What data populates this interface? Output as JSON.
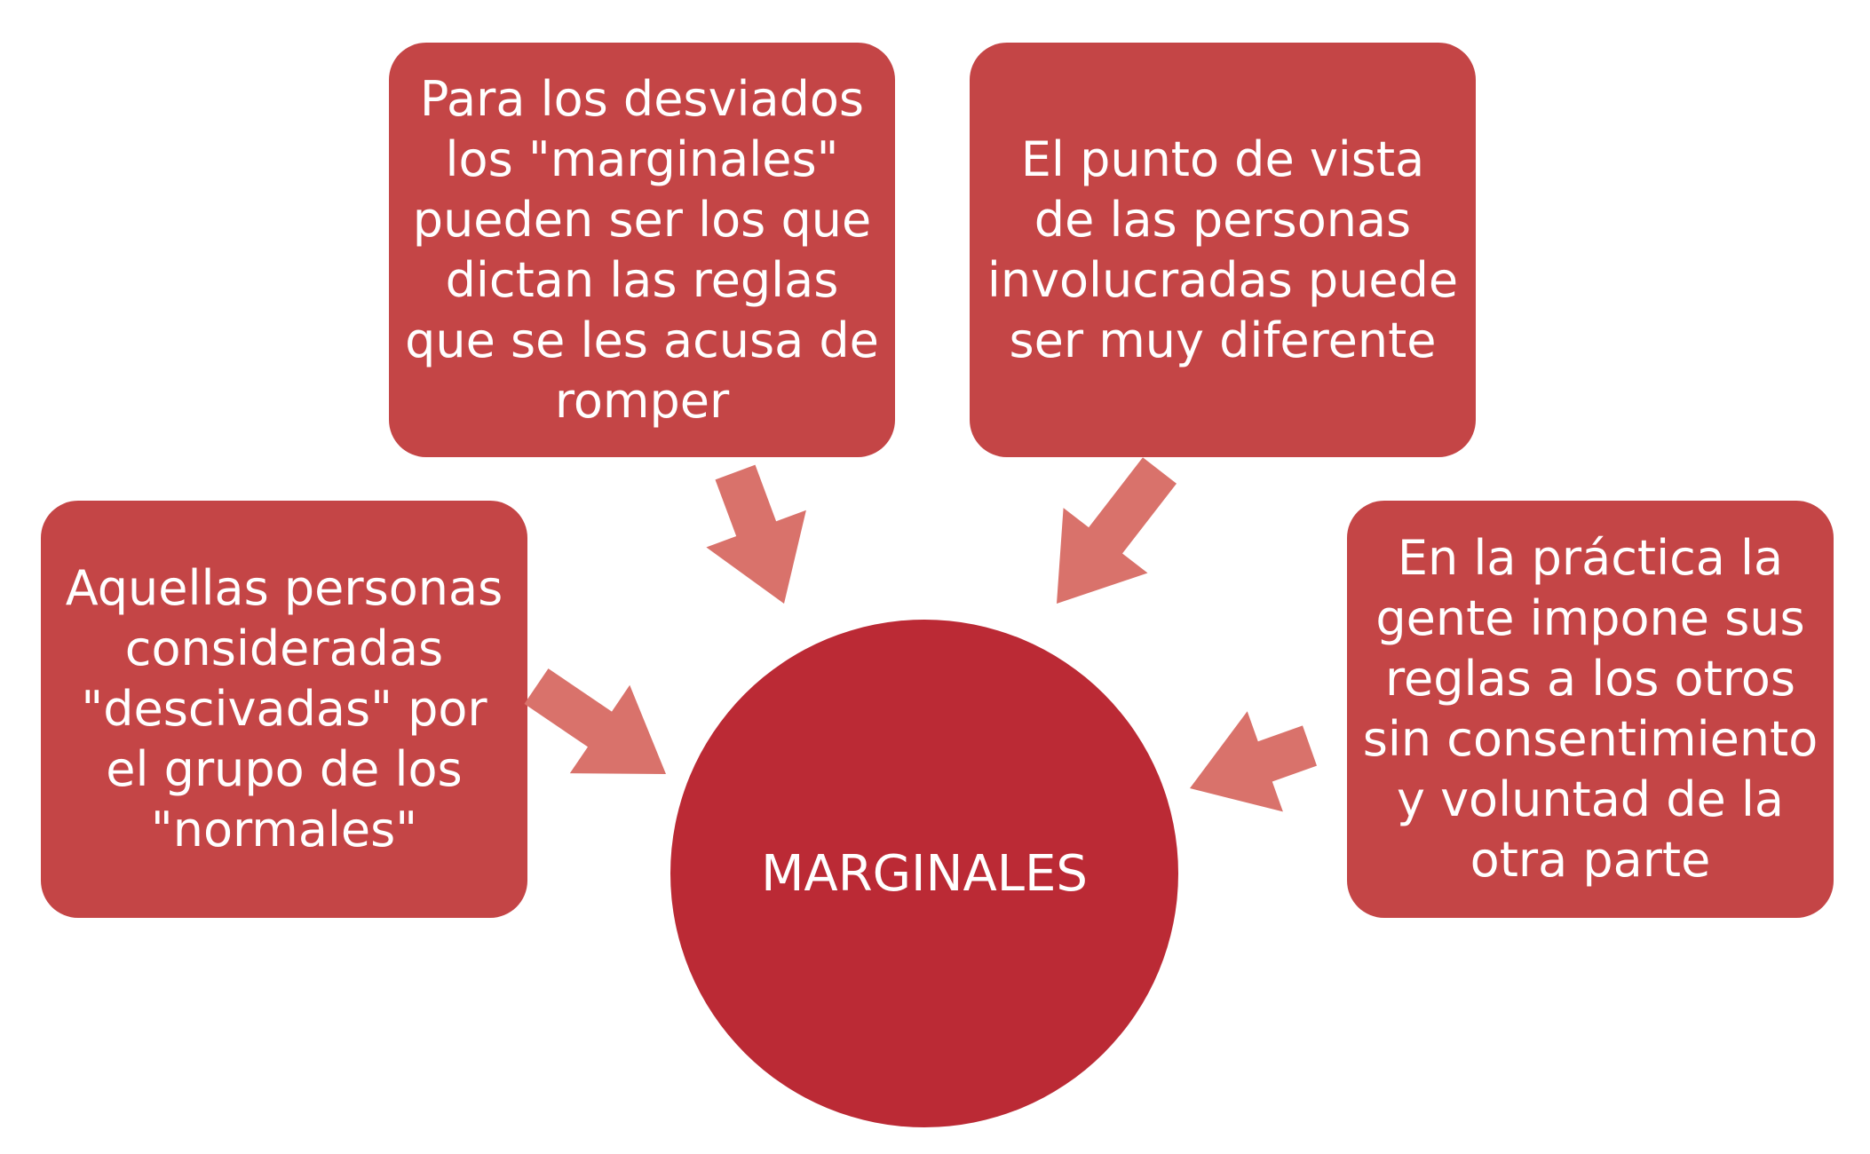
{
  "colors": {
    "box_fill": "#c44546",
    "circle_fill": "#bb2a35",
    "arrow_fill": "#d9726b",
    "text": "#ffffff"
  },
  "center": {
    "label": "MARGINALES"
  },
  "boxes": {
    "top_left": "Para los desviados\nlos \"marginales\"\npueden ser los que\ndictan las reglas\nque se les acusa de\nromper",
    "top_right": "El punto de vista\nde las personas\ninvolucradas puede\nser muy diferente",
    "left": "Aquellas personas\nconsideradas\n\"descivadas\" por\nel grupo de los\n\"normales\"",
    "right": "En la práctica la\ngente impone sus\nreglas a los otros\nsin consentimiento\ny voluntad de la\notra parte"
  },
  "arrows": [
    {
      "name": "arrow-from-top-left",
      "target": "center"
    },
    {
      "name": "arrow-from-top-right",
      "target": "center"
    },
    {
      "name": "arrow-from-left",
      "target": "center"
    },
    {
      "name": "arrow-from-right",
      "target": "center"
    }
  ]
}
